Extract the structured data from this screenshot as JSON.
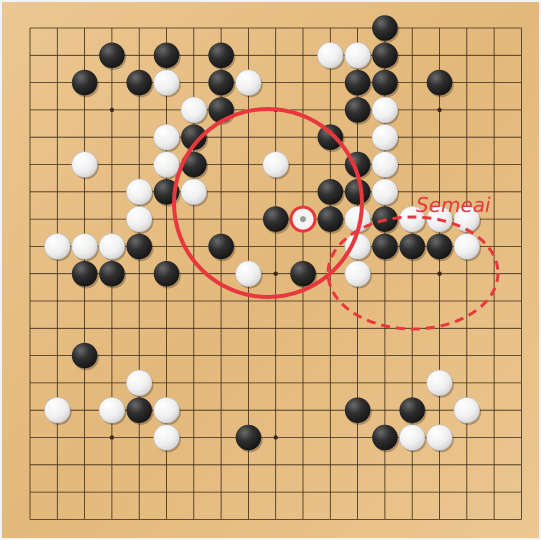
{
  "board": {
    "size": 19,
    "colors": {
      "wood_light": "#e9c38a",
      "wood_dark": "#d7aa67",
      "grid": "#3a2a16",
      "black_stone": "#2a2a2a",
      "white_stone": "#f2f2f2",
      "annotation": "#e8383d"
    },
    "stones": {
      "black": [
        [
          13,
          0
        ],
        [
          3,
          1
        ],
        [
          5,
          1
        ],
        [
          7,
          1
        ],
        [
          13,
          1
        ],
        [
          2,
          2
        ],
        [
          4,
          2
        ],
        [
          7,
          2
        ],
        [
          12,
          2
        ],
        [
          13,
          2
        ],
        [
          15,
          2
        ],
        [
          7,
          3
        ],
        [
          12,
          3
        ],
        [
          6,
          4
        ],
        [
          11,
          4
        ],
        [
          6,
          5
        ],
        [
          12,
          5
        ],
        [
          5,
          6
        ],
        [
          11,
          6
        ],
        [
          12,
          6
        ],
        [
          9,
          7
        ],
        [
          11,
          7
        ],
        [
          13,
          7
        ],
        [
          4,
          8
        ],
        [
          7,
          8
        ],
        [
          13,
          8
        ],
        [
          14,
          8
        ],
        [
          15,
          8
        ],
        [
          2,
          9
        ],
        [
          3,
          9
        ],
        [
          5,
          9
        ],
        [
          10,
          9
        ],
        [
          2,
          12
        ],
        [
          4,
          14
        ],
        [
          12,
          14
        ],
        [
          14,
          14
        ],
        [
          8,
          15
        ],
        [
          13,
          15
        ]
      ],
      "white": [
        [
          11,
          1
        ],
        [
          12,
          1
        ],
        [
          5,
          2
        ],
        [
          8,
          2
        ],
        [
          6,
          3
        ],
        [
          13,
          3
        ],
        [
          5,
          4
        ],
        [
          13,
          4
        ],
        [
          2,
          5
        ],
        [
          5,
          5
        ],
        [
          9,
          5
        ],
        [
          13,
          5
        ],
        [
          4,
          6
        ],
        [
          6,
          6
        ],
        [
          13,
          6
        ],
        [
          4,
          7
        ],
        [
          12,
          7
        ],
        [
          14,
          7
        ],
        [
          15,
          7
        ],
        [
          16,
          7
        ],
        [
          1,
          8
        ],
        [
          2,
          8
        ],
        [
          3,
          8
        ],
        [
          12,
          8
        ],
        [
          16,
          8
        ],
        [
          8,
          9
        ],
        [
          12,
          9
        ],
        [
          4,
          13
        ],
        [
          15,
          13
        ],
        [
          1,
          14
        ],
        [
          3,
          14
        ],
        [
          5,
          14
        ],
        [
          16,
          14
        ],
        [
          5,
          15
        ],
        [
          14,
          15
        ],
        [
          15,
          15
        ]
      ]
    },
    "last_move": [
      10,
      7
    ],
    "label": "Semeai"
  }
}
